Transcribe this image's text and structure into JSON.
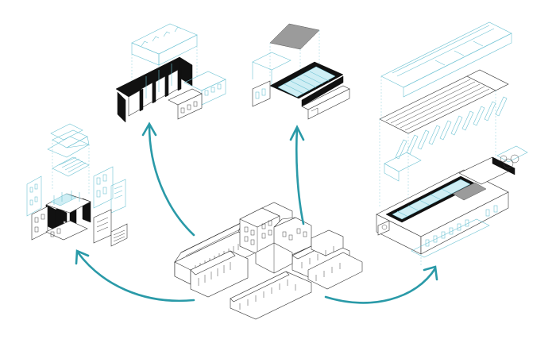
{
  "colors": {
    "arrow": "#2a9aa8",
    "accent_line": "#6fc3d3",
    "dark_fill": "#111111"
  },
  "icons": [
    "arrow-up-left",
    "arrow-up",
    "arrow-up-right",
    "arrow-right"
  ]
}
